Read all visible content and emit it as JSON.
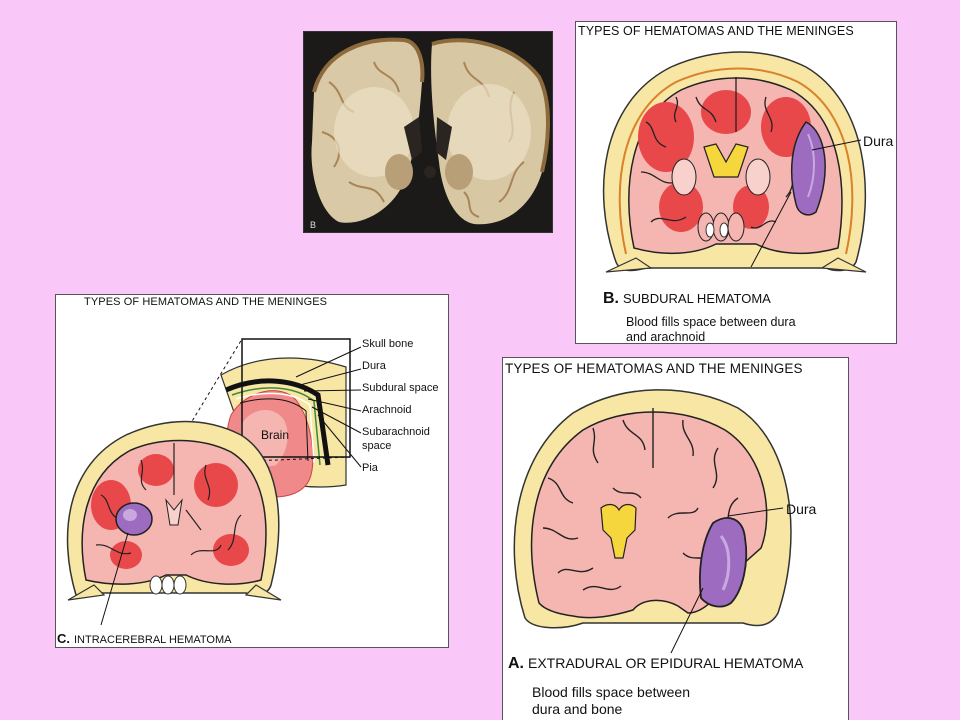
{
  "photo": {
    "tag": "B"
  },
  "panel_b": {
    "heading": "TYPES OF HEMATOMAS AND THE MENINGES",
    "label_dura": "Dura",
    "caption_letter": "B.",
    "caption_text": "SUBDURAL HEMATOMA",
    "desc_line1": "Blood fills space between dura",
    "desc_line2": "and arachnoid"
  },
  "panel_c": {
    "heading": "TYPES OF HEMATOMAS AND THE MENINGES",
    "labels": {
      "skull_bone": "Skull bone",
      "dura": "Dura",
      "subdural_space": "Subdural space",
      "arachnoid": "Arachnoid",
      "subarachnoid_1": "Subarachnoid",
      "subarachnoid_2": "space",
      "pia": "Pia",
      "brain": "Brain"
    },
    "caption_letter": "C.",
    "caption_text": "INTRACEREBRAL HEMATOMA"
  },
  "panel_a": {
    "heading": "TYPES OF HEMATOMAS AND THE MENINGES",
    "label_dura": "Dura",
    "caption_letter": "A.",
    "caption_text": "EXTRADURAL OR EPIDURAL HEMATOMA",
    "desc_line1": "Blood fills space between",
    "desc_line2": "dura and bone"
  },
  "colors": {
    "background": "#f9c8f9",
    "skull": "#f7e6a4",
    "brain_pink": "#f5b5b0",
    "brain_red": "#e8484a",
    "hematoma": "#9d6cc0",
    "ventricle_yellow": "#f5d63d"
  }
}
